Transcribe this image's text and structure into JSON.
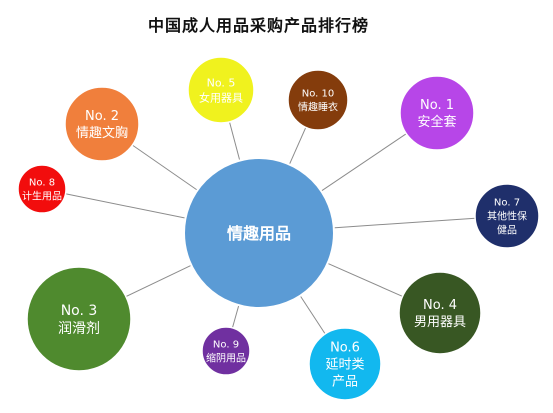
{
  "title": "中国成人用品采购产品排行榜",
  "center": {
    "label": "情趣用品",
    "color": "#5b9bd5"
  },
  "nodes": [
    {
      "rank": "No. 1",
      "lines": [
        "安全套"
      ],
      "color": "#b746e8"
    },
    {
      "rank": "No. 2",
      "lines": [
        "情趣文胸"
      ],
      "color": "#f07f3c"
    },
    {
      "rank": "No. 3",
      "lines": [
        "润滑剂"
      ],
      "color": "#4f8a2e"
    },
    {
      "rank": "No. 4",
      "lines": [
        "男用器具"
      ],
      "color": "#385723"
    },
    {
      "rank": "No. 5",
      "lines": [
        "女用器具"
      ],
      "color": "#f0f21e"
    },
    {
      "rank": "No.6",
      "lines": [
        "延时类",
        "产品"
      ],
      "color": "#12b8ef"
    },
    {
      "rank": "No. 7",
      "lines": [
        "其他性保",
        "健品"
      ],
      "color": "#1f2f6b"
    },
    {
      "rank": "No. 8",
      "lines": [
        "计生用品"
      ],
      "color": "#f20d0d"
    },
    {
      "rank": "No. 9",
      "lines": [
        "缩阴用品"
      ],
      "color": "#7030a0"
    },
    {
      "rank": "No. 10",
      "lines": [
        "情趣睡衣"
      ],
      "color": "#843c0c"
    }
  ]
}
